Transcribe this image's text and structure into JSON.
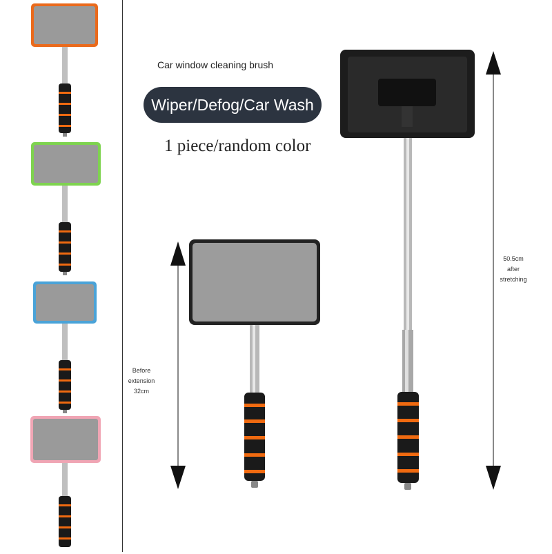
{
  "product": {
    "title": "Car window cleaning brush",
    "pill_label": "Wiper/Defog/Car Wash",
    "subtitle": "1 piece/random color"
  },
  "variants": [
    {
      "name": "orange",
      "border": "#ea6a1c"
    },
    {
      "name": "green",
      "border": "#7ed34f"
    },
    {
      "name": "blue",
      "border": "#4aa3d8"
    },
    {
      "name": "pink",
      "border": "#f0a5b4"
    }
  ],
  "dimensions": {
    "before": [
      "Before",
      "extension",
      "32cm"
    ],
    "after": [
      "50.5cm",
      "after",
      "stretching"
    ]
  },
  "colors": {
    "pill_bg": "#2c3440",
    "handle_foam": "#1a1a1a",
    "handle_ring": "#f06a10",
    "pad_gray": "#9a9a9a"
  }
}
